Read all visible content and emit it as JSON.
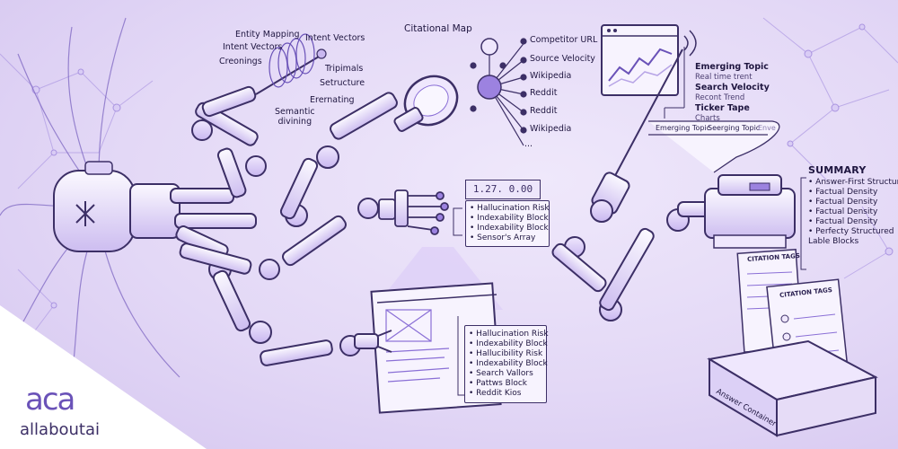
{
  "semantic_labels": [
    "Entity Mapping",
    "Intent Vectors",
    "Creonings",
    "Intent Vectors",
    "Tripimals",
    "Setructure",
    "Erernating",
    "Semantic\ndivining"
  ],
  "citational_map": {
    "title": "Citational Map",
    "nodes": [
      "Competitor URL",
      "Source Velocity",
      "Wikipedia",
      "Reddit",
      "Reddit",
      "Wikipedia",
      "..."
    ]
  },
  "trends": {
    "items": [
      {
        "title": "Emerging Topic",
        "sub": "Real time trent"
      },
      {
        "title": "Search Velocity",
        "sub": "Recont Trend"
      },
      {
        "title": "Ticker Tape",
        "sub": "Charts"
      }
    ],
    "tape": [
      "Emerging Topic",
      "Seerging Topic",
      "Enve"
    ]
  },
  "readout": "1.27. 0.00",
  "risk_panel": [
    "Hallucination Risk",
    "Indexability Block",
    "Indexability Block",
    "Sensor's Array"
  ],
  "page_panel": [
    "Hallucination Risk",
    "Indexability Block",
    "Hallucibility Risk",
    "Indexability Block",
    "Search Vallors",
    "Pattws Block",
    "Reddit Kios"
  ],
  "summary": {
    "title": "SUMMARY",
    "items": [
      "Answer-First Structure",
      "Factual Density",
      "Factual Density",
      "Factual Density",
      "Factual Density",
      "Perfecty Structured\nLable Blocks"
    ]
  },
  "citation_tags": [
    "CITATION TAGS",
    "CITATION TAGS"
  ],
  "answer_container": "Answer Container",
  "brand": {
    "mark": "aca",
    "name": "allaboutai"
  },
  "colors": {
    "accent": "#8a6fd6",
    "line": "#3c2f66",
    "panel": "#f7f3fe"
  }
}
